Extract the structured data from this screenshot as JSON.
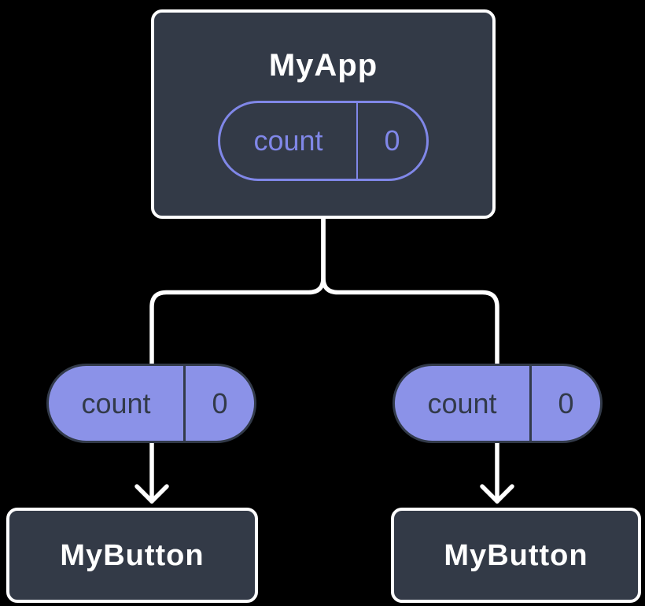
{
  "colors": {
    "background": "#000000",
    "node_fill": "#333a47",
    "node_border": "#ffffff",
    "connector": "#ffffff",
    "pill_fill": "#8b92e8",
    "pill_outline": "#8087e8",
    "pill_dark_text": "#323a49"
  },
  "root": {
    "title": "MyApp",
    "state": {
      "name": "count",
      "value": "0"
    }
  },
  "children": [
    {
      "title": "MyButton",
      "prop": {
        "name": "count",
        "value": "0"
      }
    },
    {
      "title": "MyButton",
      "prop": {
        "name": "count",
        "value": "0"
      }
    }
  ]
}
